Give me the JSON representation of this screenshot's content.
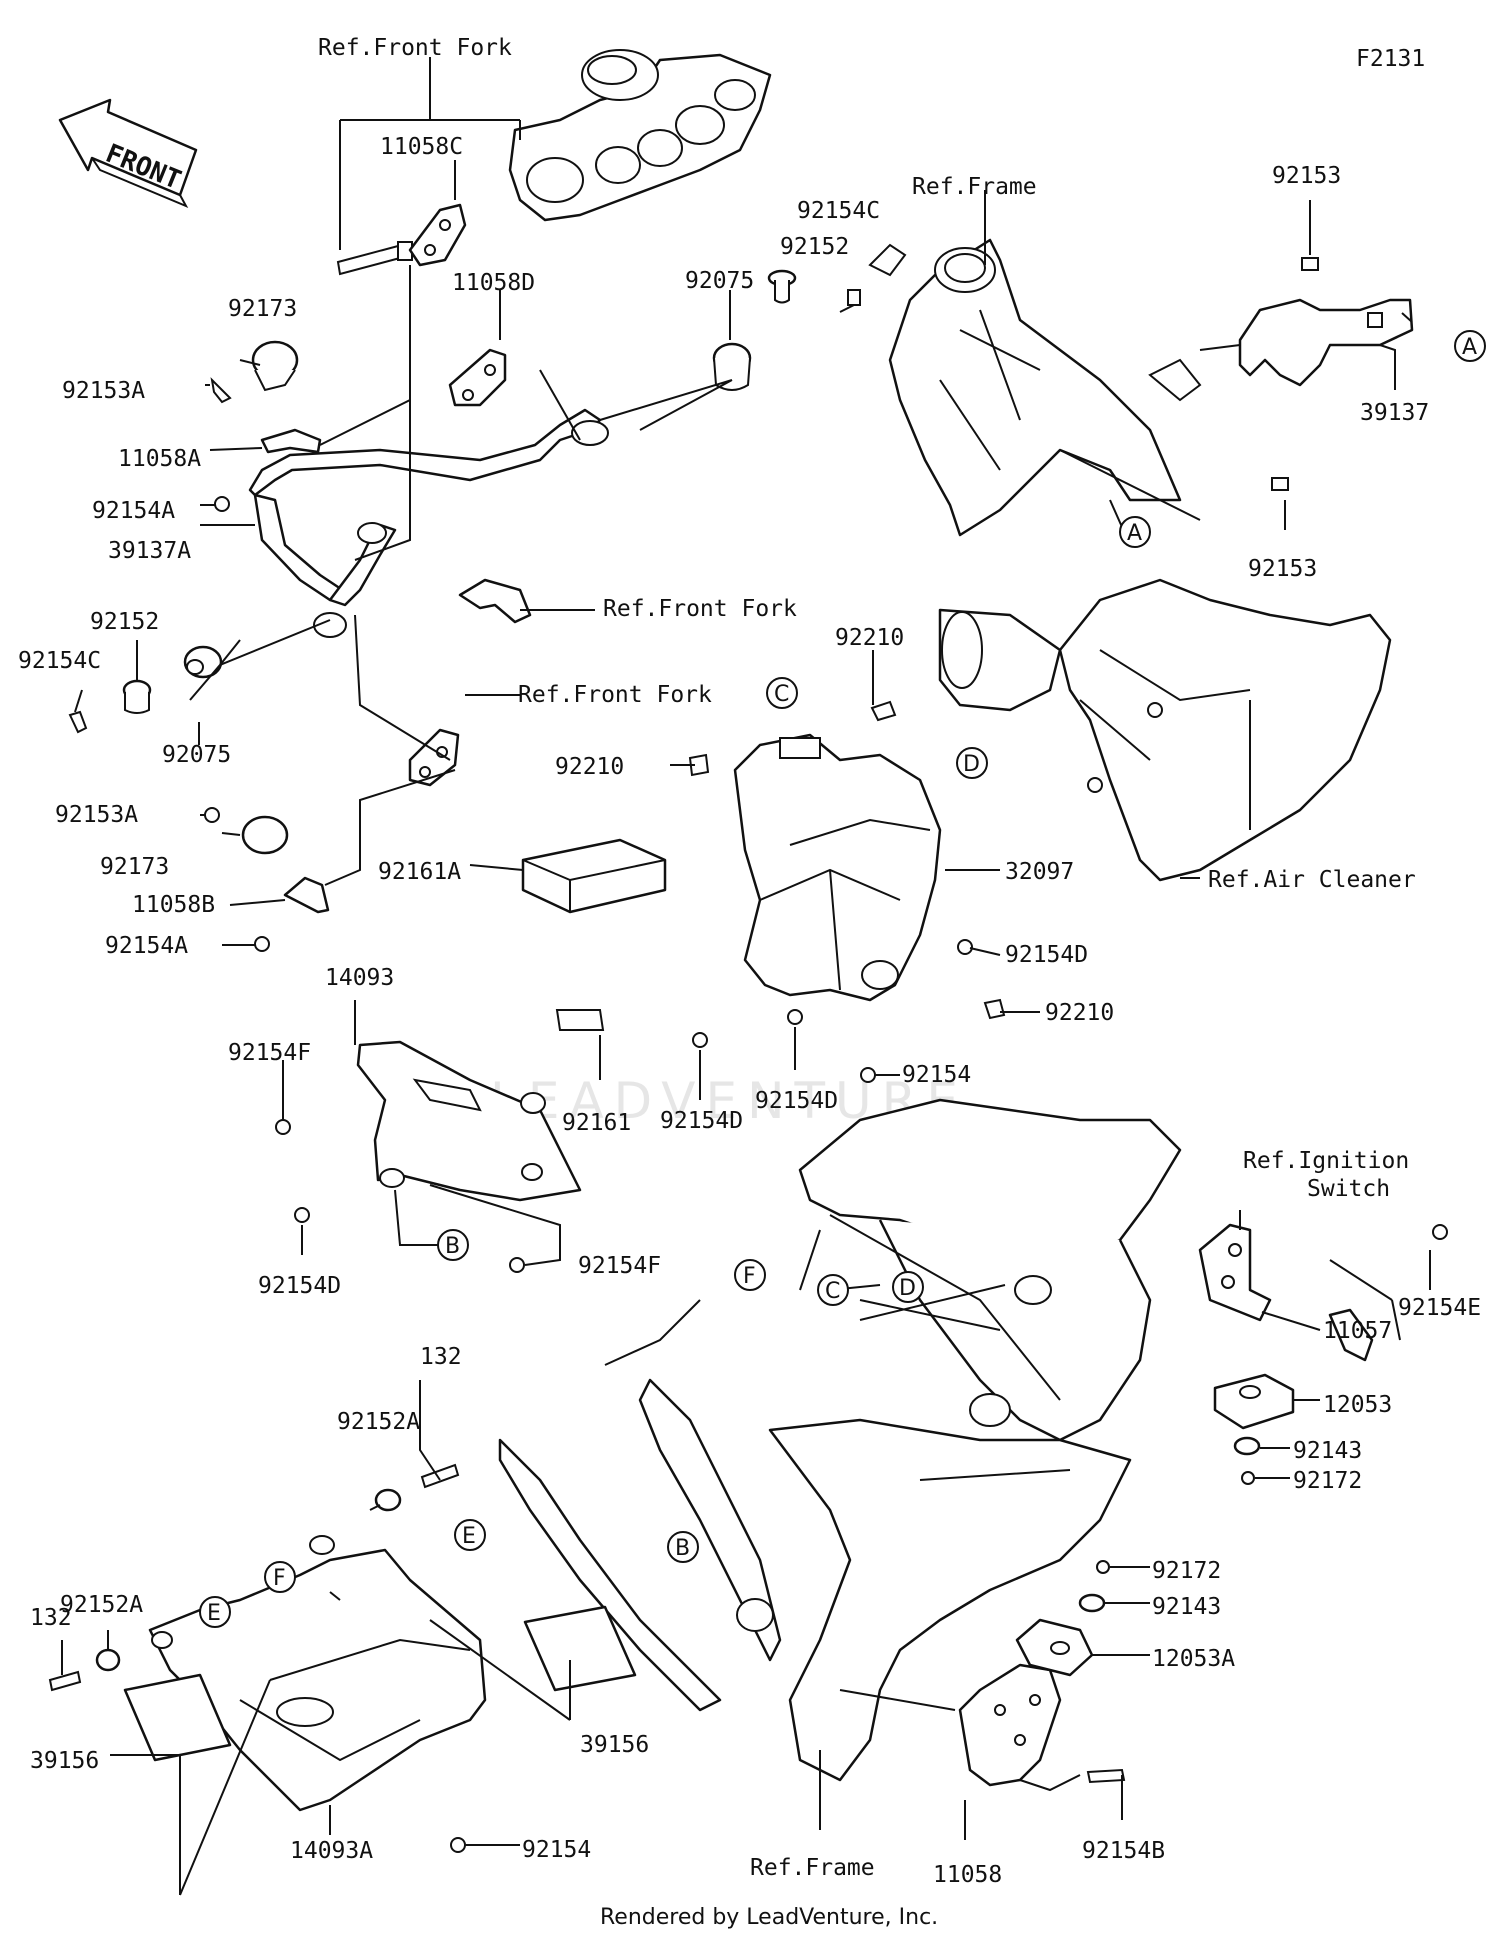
{
  "figure_code": "F2131",
  "front_arrow_label": "FRONT",
  "watermark": "LEADVENTURE",
  "footer": "Rendered by LeadVenture, Inc.",
  "callout_letters": [
    "A",
    "B",
    "C",
    "D",
    "E",
    "F"
  ],
  "part_labels": [
    "Ref.Front Fork",
    "11058C",
    "92173",
    "92153A",
    "11058A",
    "92154A",
    "39137A",
    "92152",
    "92154C",
    "92075",
    "11058D",
    "92075",
    "92152",
    "92154C",
    "Ref.Front Fork",
    "Ref.Front Fork",
    "92153A",
    "92173",
    "11058B",
    "92154A",
    "Ref.Frame",
    "92153",
    "39137",
    "92153",
    "92210",
    "92210",
    "92161A",
    "32097",
    "Ref.Air Cleaner",
    "92154D",
    "92210",
    "14093",
    "92154F",
    "92161",
    "92154D",
    "92154D",
    "92154",
    "92154D",
    "92154F",
    "Ref.Ignition",
    "Switch",
    "92154E",
    "11057",
    "12053",
    "92143",
    "92172",
    "132",
    "92152A",
    "92152A",
    "132",
    "39156",
    "39156",
    "14093A",
    "92154",
    "92172",
    "92143",
    "12053A",
    "Ref.Frame",
    "11058",
    "92154B"
  ]
}
